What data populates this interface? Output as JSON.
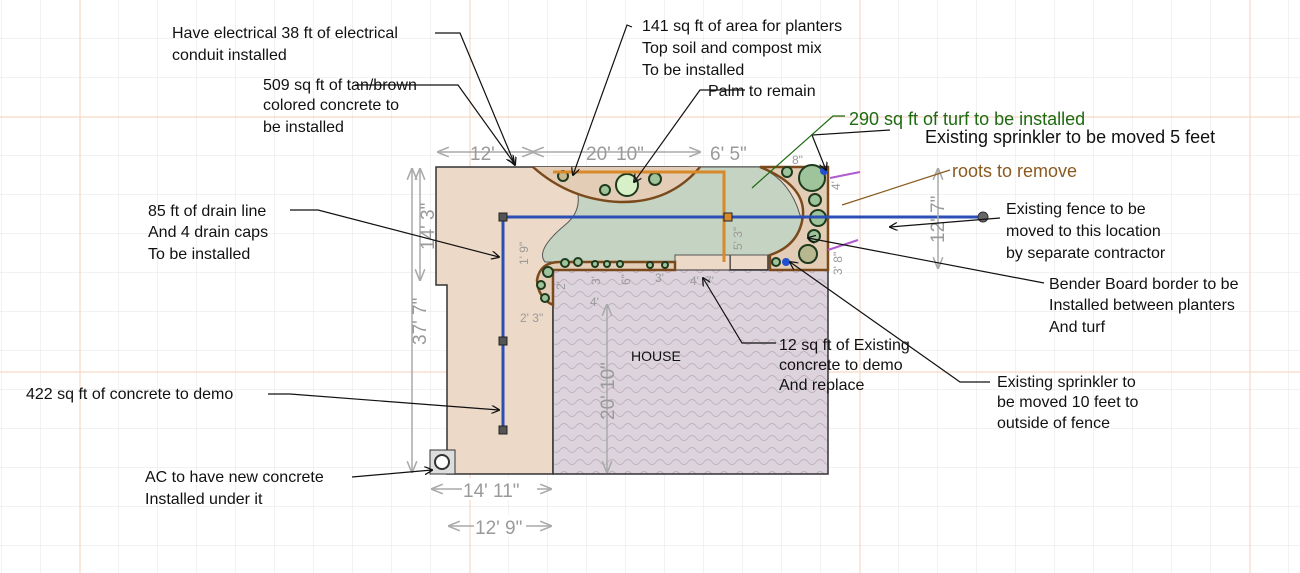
{
  "colors": {
    "concrete": "#ecd9c8",
    "turf": "#c5d3c2",
    "house": "#ddd3dc",
    "drain_line": "#2c4fb5",
    "conduit": "#d88a2a",
    "bender_board": "#7a4a1c",
    "turf_note": "#1e6b12",
    "roots_note": "#8a5a1e",
    "roots_mark": "#b05ad0"
  },
  "plan": {
    "house_label": "HOUSE",
    "dimensions": {
      "top_left": "12'",
      "top_mid": "20' 10\"",
      "top_right": "6' 5\"",
      "left_upper": "14' 3\"",
      "left_full": "37' 7\"",
      "right": "12' 7\"",
      "house_height": "20' 10\"",
      "bottom_outer": "14' 11\"",
      "bottom_inner": "12' 9\"",
      "small_right_top": "8\"",
      "small_right_side": "4'",
      "small_right_lower": "3' 8\"",
      "small_planter_1": "1' 9\"",
      "small_planter_2": "2'",
      "small_planter_3": "3'",
      "small_planter_4": "6\"",
      "small_planter_5": "3'",
      "small_demo_1": "4'",
      "small_demo_2": "7'",
      "small_conduit": "5' 3\"",
      "small_left": "2' 3\"",
      "small_house": "4'"
    }
  },
  "notes": {
    "electrical": [
      "Have electrical 38 ft of electrical",
      "conduit installed"
    ],
    "planters": [
      "141 sq ft of area for planters",
      "Top soil and compost mix",
      "To be installed"
    ],
    "palm": [
      "Palm to remain"
    ],
    "concrete_new": [
      "509 sq ft of tan/brown",
      "colored concrete to",
      "be installed"
    ],
    "turf": [
      "290 sq ft of turf to be installed"
    ],
    "sprinkler_5": [
      "Existing sprinkler to be moved 5 feet"
    ],
    "roots": [
      "roots to remove"
    ],
    "fence": [
      "Existing fence to be",
      "moved to this location",
      "by separate contractor"
    ],
    "drain": [
      "85 ft of drain line",
      "And 4 drain caps",
      "To be installed"
    ],
    "bender": [
      "Bender Board border to be",
      "Installed between planters",
      "And turf"
    ],
    "demo_12": [
      "12 sq ft of Existing",
      "concrete to demo",
      "And replace"
    ],
    "sprinkler_10": [
      "Existing sprinkler to",
      "be moved 10 feet to",
      "outside of fence"
    ],
    "demo_422": [
      "422 sq ft of concrete to demo"
    ],
    "ac": [
      "AC to have new concrete",
      "Installed under it"
    ]
  }
}
